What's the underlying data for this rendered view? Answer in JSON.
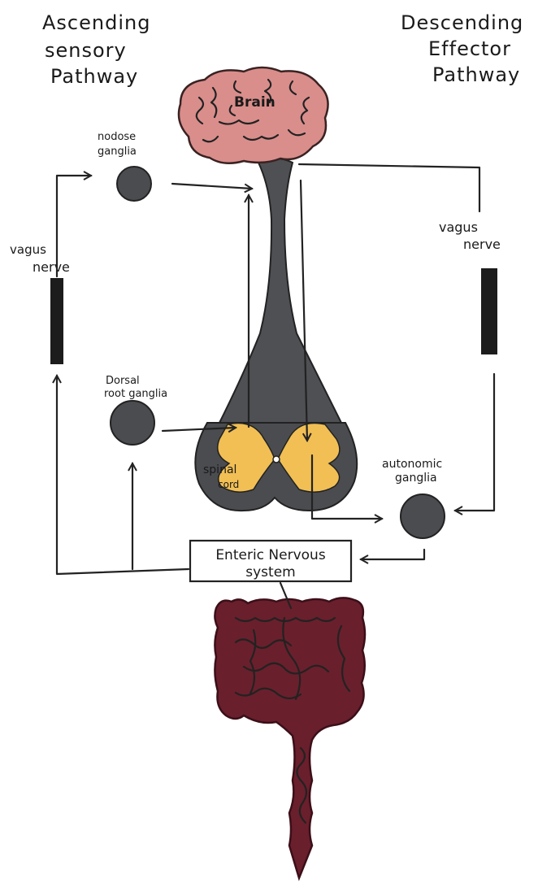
{
  "headings": {
    "ascending": [
      "Ascending",
      "sensory",
      "Pathway"
    ],
    "descending": [
      "Descending",
      "Effector",
      "Pathway"
    ]
  },
  "labels": {
    "brain": "Brain",
    "nodose_ganglia": [
      "nodose",
      "ganglia"
    ],
    "vagus_nerve_left": [
      "vagus",
      "nerve"
    ],
    "vagus_nerve_right": [
      "vagus",
      "nerve"
    ],
    "dorsal_root_ganglia": [
      "Dorsal",
      "root ganglia"
    ],
    "spinal_cord": [
      "spinal",
      "cord"
    ],
    "autonomic_ganglia": [
      "autonomic",
      "ganglia"
    ],
    "enteric_nervous_system": [
      "Enteric Nervous",
      "system"
    ]
  },
  "colors": {
    "brain": "#d98e8b",
    "brain_outline": "#3a2222",
    "ganglion": "#4a4c50",
    "nerve_band": "#1c1c1c",
    "brainstem": "#4e5054",
    "cord_gray": "#4b4c50",
    "cord_butterfly": "#f1bf54",
    "intestine": "#6a1f2c",
    "intestine_dark": "#3b0f18",
    "ink": "#222222"
  }
}
